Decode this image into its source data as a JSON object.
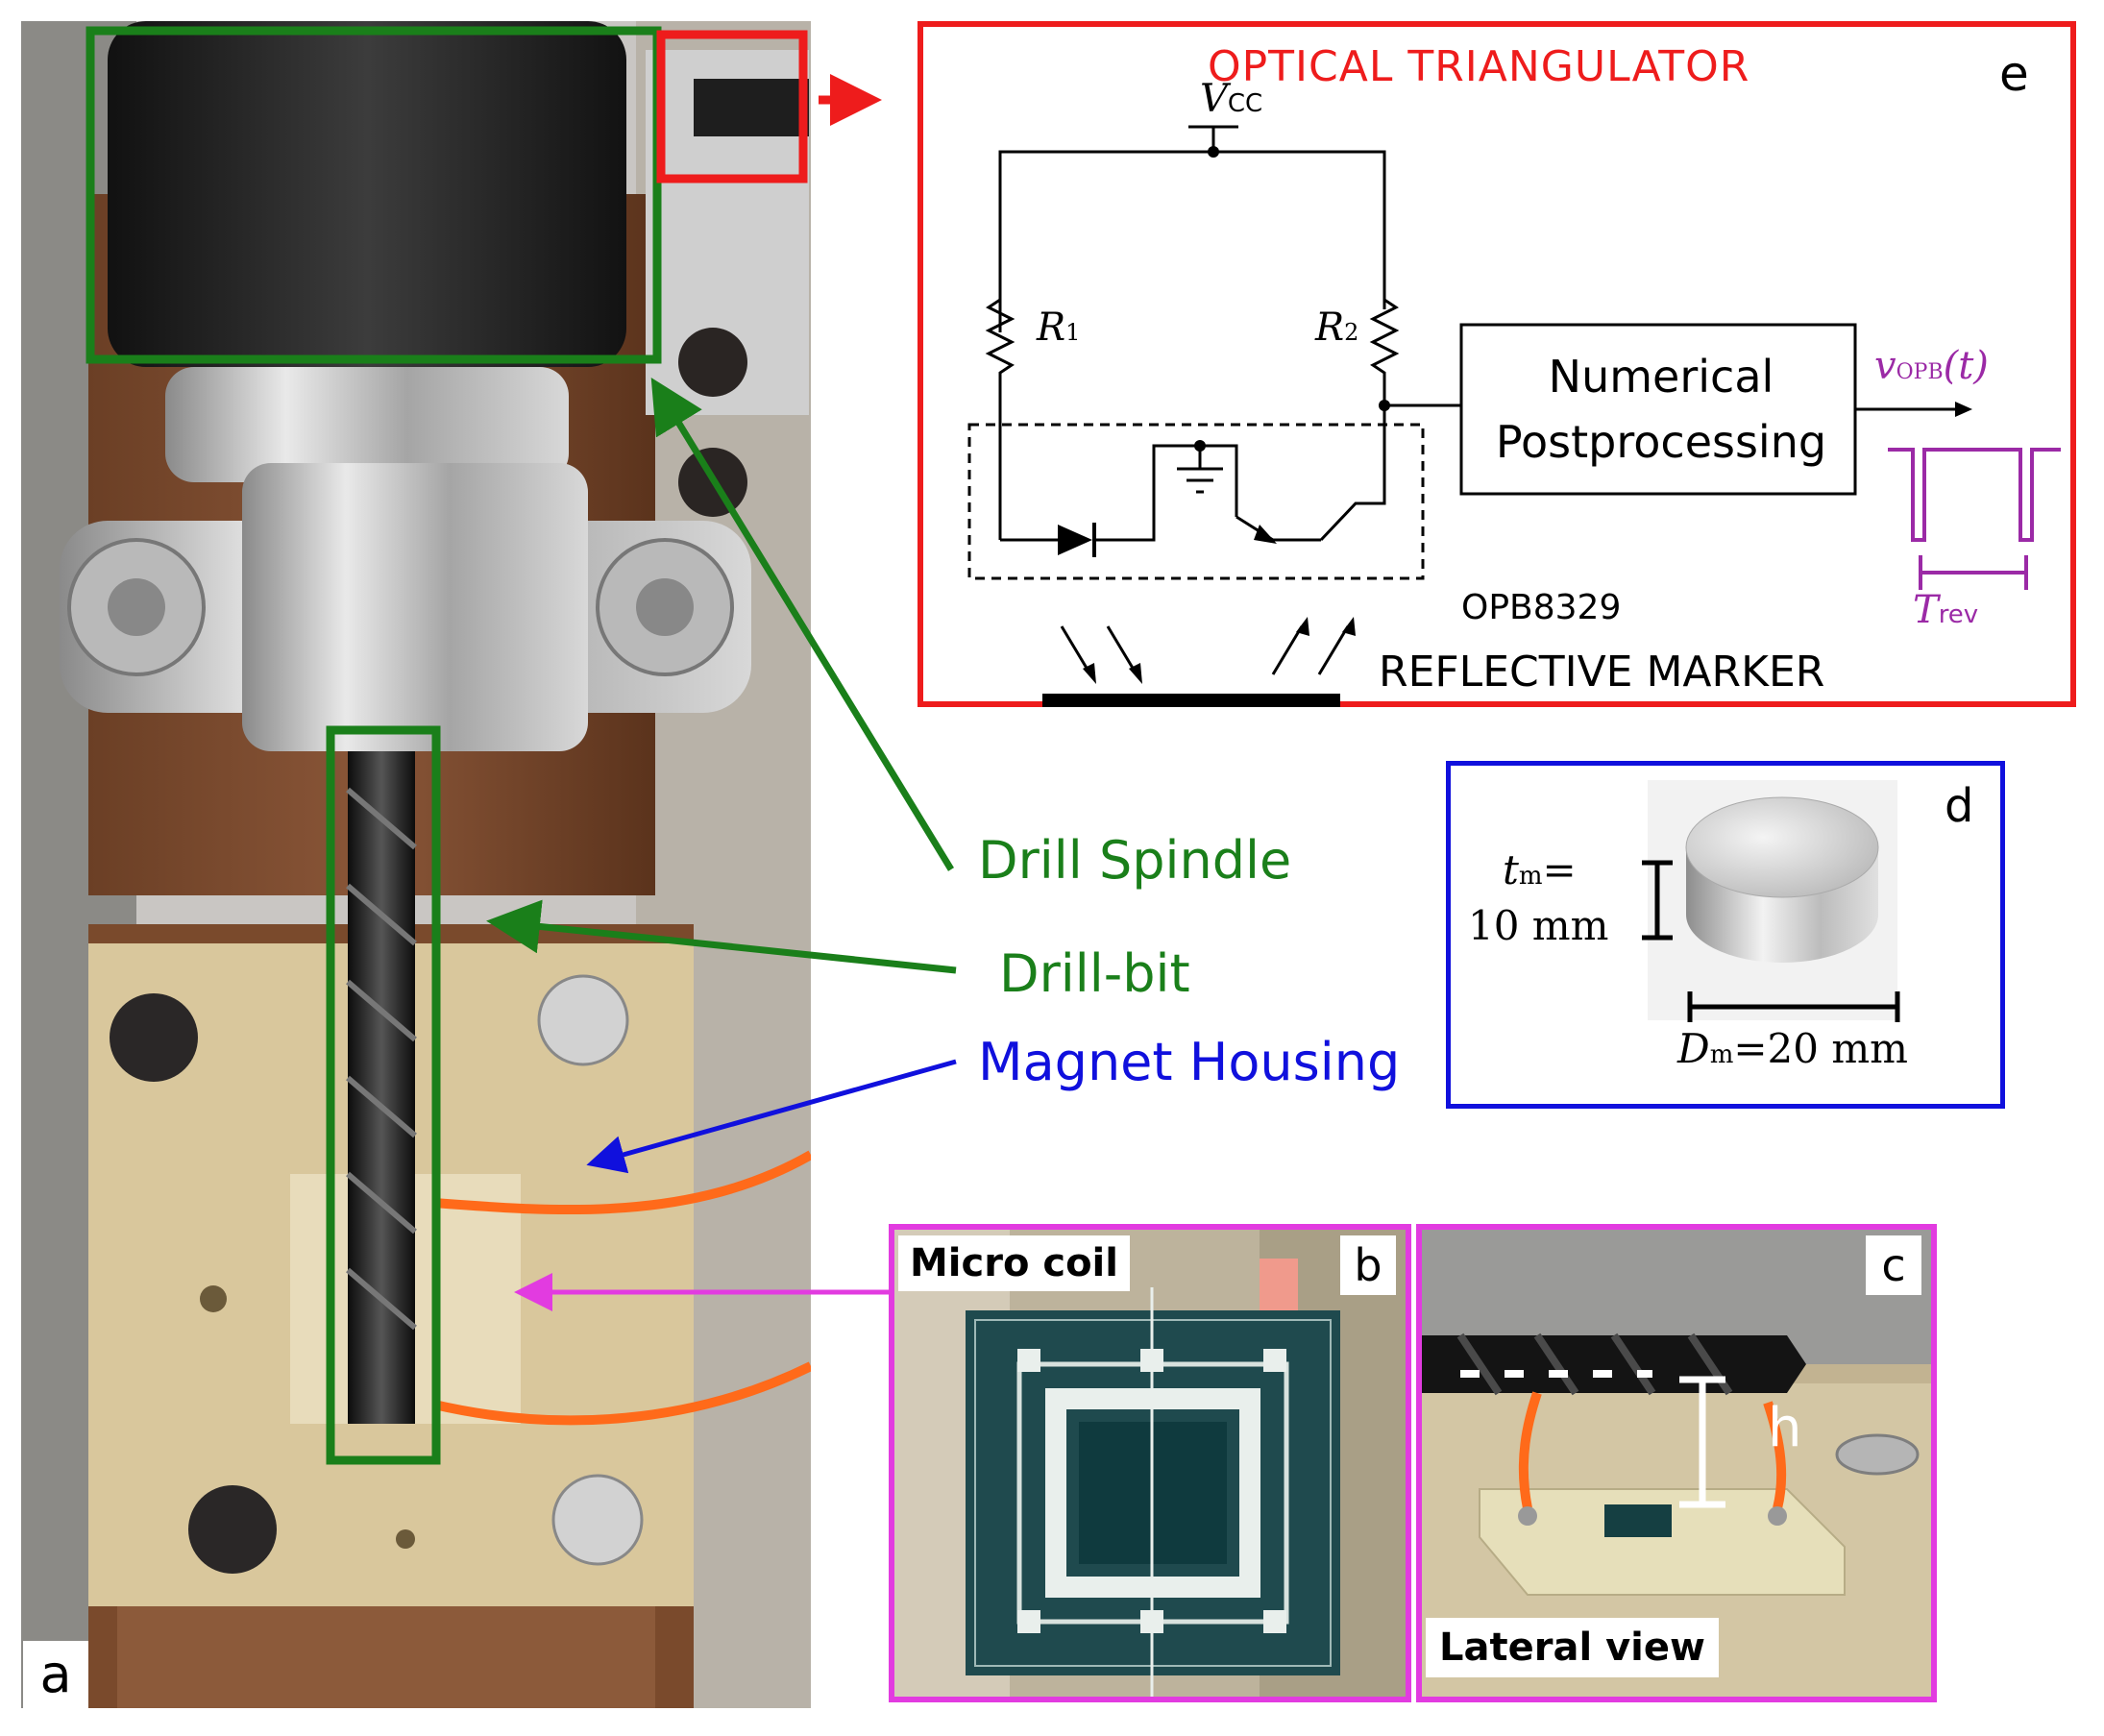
{
  "panel_a": {
    "letter": "a",
    "labels": {
      "drill_spindle": "Drill Spindle",
      "drill_bit": "Drill-bit",
      "magnet_housing": "Magnet Housing"
    },
    "colors": {
      "green": "#1a7f1a",
      "blue": "#1010dd",
      "magenta": "#e23be0",
      "red": "#ee1c1c"
    }
  },
  "panel_b": {
    "letter": "b",
    "caption": "Micro coil"
  },
  "panel_c": {
    "letter": "c",
    "caption": "Lateral view",
    "height_symbol": "h"
  },
  "panel_d": {
    "letter": "d",
    "thickness_symbol": "t",
    "thickness_sub": "m",
    "thickness_eq": "=",
    "thickness_value": "10 mm",
    "diameter_symbol": "D",
    "diameter_sub": "m",
    "diameter_value": "=20 mm"
  },
  "panel_e": {
    "letter": "e",
    "title": "OPTICAL TRIANGULATOR",
    "vcc": "V",
    "vcc_sub": "CC",
    "r1": "R",
    "r1_sub": "1",
    "r2": "R",
    "r2_sub": "2",
    "block_line1": "Numerical",
    "block_line2": "Postprocessing",
    "output": "v",
    "output_sub": "OPB",
    "output_arg": "(t)",
    "sensor_part": "OPB8329",
    "marker_label": "REFLECTIVE MARKER",
    "period": "T",
    "period_sub": "rev"
  }
}
